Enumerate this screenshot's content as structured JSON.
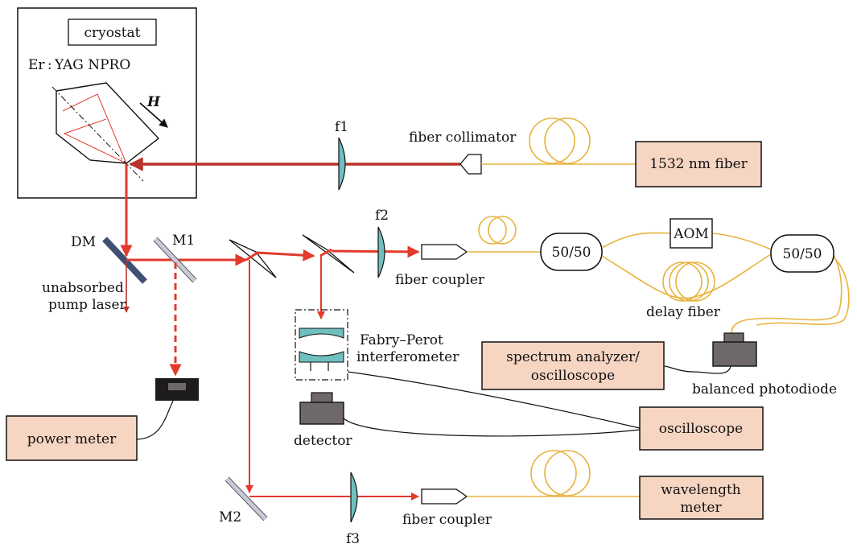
{
  "colors": {
    "beam": "#e23a2c",
    "beam_dark": "#b8322a",
    "fiber": "#e8b23c",
    "box_fill": "#f6d5c2",
    "lens_fill": "#6fbfbf",
    "detector_fill": "#6e6868",
    "detector_dark": "#1d1b1b",
    "dm_fill": "#3f5073",
    "mirror_fill": "#c8cad8"
  },
  "labels": {
    "cryostat": "cryostat",
    "crystal": "Er : YAG NPRO",
    "field": "H",
    "f1": "f1",
    "f2": "f2",
    "f3": "f3",
    "fiber_collimator": "fiber collimator",
    "fiber_coupler_top": "fiber coupler",
    "fiber_coupler_bottom": "fiber coupler",
    "dm": "DM",
    "m1": "M1",
    "m2": "M2",
    "unabsorbed_1": "unabsorbed",
    "unabsorbed_2": "pump laser",
    "fp_1": "Fabry–Perot",
    "fp_2": "interferometer",
    "detector": "detector",
    "delay_fiber": "delay fiber",
    "balanced_photodiode": "balanced photodiode",
    "aom": "AOM",
    "splitter_left": "50/50",
    "splitter_right": "50/50"
  },
  "boxes": {
    "fiber_laser": "1532 nm fiber",
    "spectrum_1": "spectrum analyzer/",
    "spectrum_2": "oscilloscope",
    "oscilloscope": "oscilloscope",
    "power_meter": "power meter",
    "wavelength_1": "wavelength",
    "wavelength_2": "meter"
  }
}
